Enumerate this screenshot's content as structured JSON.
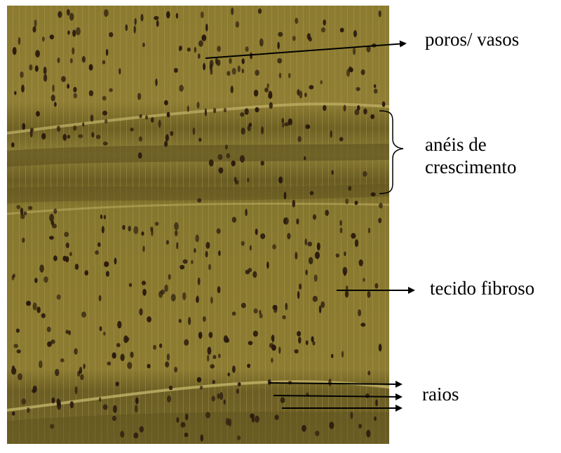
{
  "labels": {
    "poros": "poros/ vasos",
    "aneis_line1": "anéis de",
    "aneis_line2": "crescimento",
    "tecido": "tecido fibroso",
    "raios": "raios"
  },
  "colors": {
    "wood_base": "#8a7a2e",
    "wood_dark": "#5b4e1c",
    "wood_light": "#a8994a",
    "pore": "#2a1a0e",
    "arrow": "#000000"
  }
}
